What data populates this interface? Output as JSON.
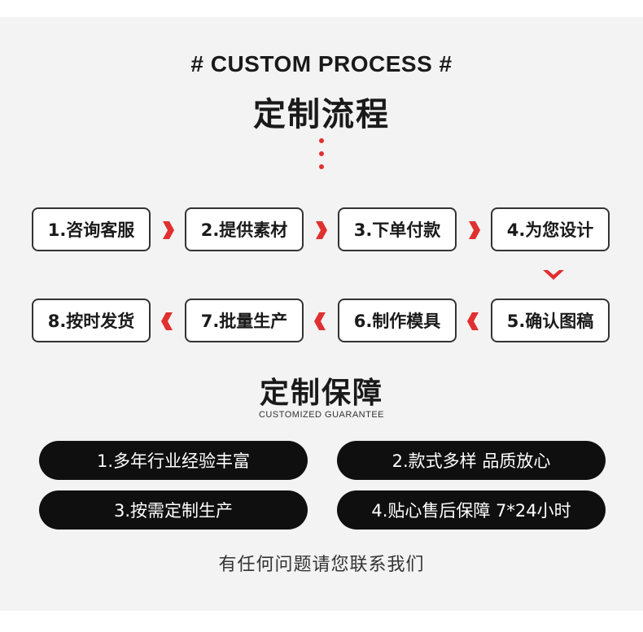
{
  "header": {
    "en_title": "# CUSTOM PROCESS #",
    "cn_title": "定制流程"
  },
  "process": {
    "steps": [
      "1.咨询客服",
      "2.提供素材",
      "3.下单付款",
      "4.为您设计",
      "5.确认图稿",
      "6.制作模具",
      "7.批量生产",
      "8.按时发货"
    ]
  },
  "guarantee": {
    "title": "定制保障",
    "subtitle": "CUSTOMIZED GUARANTEE",
    "items": [
      "1.多年行业经验丰富",
      "2.款式多样 品质放心",
      "3.按需定制生产",
      "4.贴心售后保障 7*24小时"
    ]
  },
  "footer": {
    "contact": "有任何问题请您联系我们"
  },
  "colors": {
    "accent": "#e03030",
    "panel": "#f3f3f3",
    "pill": "#0f0f0f"
  }
}
